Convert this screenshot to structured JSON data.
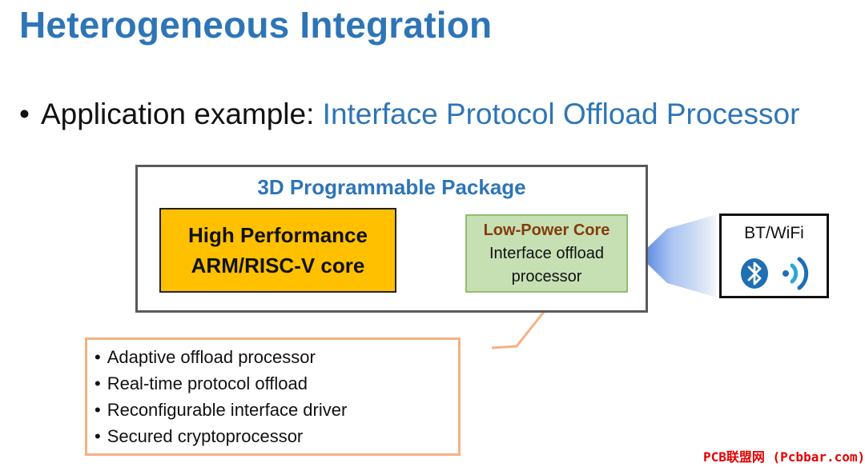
{
  "slide": {
    "title": "Heterogeneous Integration",
    "subtitle_prefix": "Application example: ",
    "subtitle_accent": "Interface Protocol Offload Processor"
  },
  "package": {
    "title": "3D Programmable Package",
    "core_line1": "High Performance",
    "core_line2": "ARM/RISC-V core",
    "lp_title": "Low-Power Core",
    "lp_line1": "Interface offload",
    "lp_line2": "processor"
  },
  "wireless": {
    "label": "BT/WiFi",
    "icons": [
      "bluetooth-icon",
      "wifi-signal-icon"
    ]
  },
  "features": {
    "items": [
      "Adaptive offload processor",
      "Real-time protocol offload",
      "Reconfigurable interface driver",
      "Secured cryptoprocessor"
    ]
  },
  "watermark": "PCB联盟网 (Pcbbar.com)",
  "colors": {
    "accent_blue": "#2e75b6",
    "core_orange": "#ffc000",
    "lp_green": "#c6e0b4",
    "lp_title_brown": "#843c0c",
    "callout_orange": "#f4b183",
    "bluetooth_blue": "#1f6fb2"
  }
}
